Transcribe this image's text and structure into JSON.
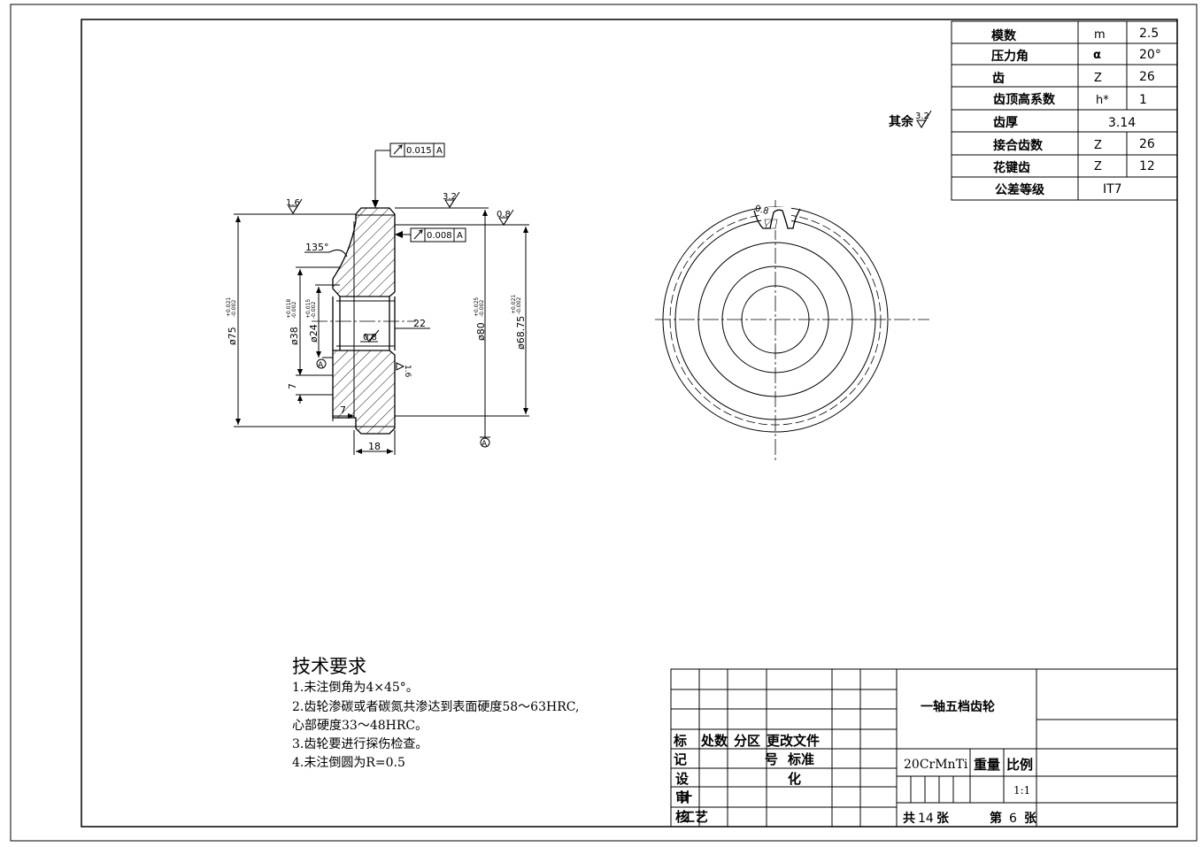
{
  "param_table": {
    "rows": [
      {
        "name": "模数",
        "symbol": "m",
        "value": "2.5"
      },
      {
        "name": "压力角",
        "symbol": "α",
        "value": "20°"
      },
      {
        "name": "齿",
        "symbol": "Z",
        "value": "26"
      },
      {
        "name": "齿顶高系数",
        "symbol": "h*",
        "value": "1"
      },
      {
        "name": "齿厚",
        "symbol": "",
        "value": "3.14"
      },
      {
        "name": "接合齿数",
        "symbol": "Z",
        "value": "26"
      },
      {
        "name": "花键齿",
        "symbol": "Z",
        "value": "12"
      },
      {
        "name": "公差等级",
        "symbol": "",
        "value": "IT7"
      }
    ]
  },
  "roughness_note": {
    "prefix": "其余",
    "value": "3.2"
  },
  "section_view": {
    "tolerance_frame_top": {
      "value": "0.015",
      "datum": "A"
    },
    "tolerance_frame_mid": {
      "value": "0.008",
      "datum": "A"
    },
    "roughness_left": "1.6",
    "roughness_mid": "3.2",
    "roughness_right": "0.8",
    "roughness_bore": "0.8",
    "roughness_side": "1.6",
    "angle": "135°",
    "dim_bore_len": "22",
    "dim_width": "18",
    "dim_chamfer_h": "7",
    "dim_chamfer_v": "7",
    "dia_75": "ø75",
    "dia_75_tol_up": "+0.021",
    "dia_75_tol_lo": "-0.002",
    "dia_38": "ø38",
    "dia_38_tol_up": "+0.018",
    "dia_38_tol_lo": "-0.002",
    "dia_24": "ø24",
    "dia_24_tol_up": "+0.015",
    "dia_24_tol_lo": "-0.002",
    "dia_80": "ø80",
    "dia_80_tol_up": "+0.025",
    "dia_80_tol_lo": "-0.002",
    "dia_6875": "ø68.75",
    "dia_6875_tol_up": "+0.021",
    "dia_6875_tol_lo": "-0.002",
    "datum_letter": "A"
  },
  "front_view": {
    "roughness": "0.8"
  },
  "tech_requirements": {
    "title": "技术要求",
    "items": [
      "1.未注倒角为4×45°。",
      "2.齿轮渗碳或者碳氮共渗达到表面硬度58～63HRC,",
      "心部硬度33～48HRC。",
      "3.齿轮要进行探伤检查。",
      "4.未注倒圆为R=0.5"
    ]
  },
  "title_block": {
    "part_name": "一轴五档齿轮",
    "material": "20CrMnTi",
    "weight_label": "重量",
    "scale_label": "比例",
    "scale_value": "1:1",
    "total_prefix": "共",
    "total_value": "14",
    "total_suffix": "张",
    "sheet_prefix": "第",
    "sheet_value": "6",
    "sheet_suffix": "张",
    "col_mark": "标",
    "col_count": "处数",
    "col_zone": "分区",
    "col_change_doc": "更改文件",
    "row_ji": "记",
    "row_hao": "号",
    "row_standard": "标准",
    "row_she": "设",
    "row_hua": "化",
    "row_shen": "审",
    "row_ji2": "计",
    "row_he": "核",
    "row_yi": "工艺"
  }
}
